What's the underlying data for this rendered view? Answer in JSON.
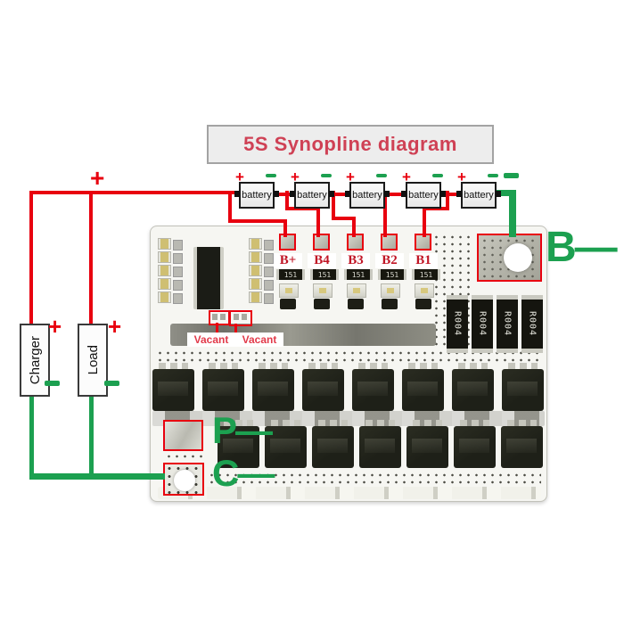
{
  "title": "5S Synopline diagram",
  "symbols": {
    "plus": "+",
    "minus": "−"
  },
  "battery": {
    "label": "battery",
    "count": 5
  },
  "left_devices": [
    {
      "label": "Charger"
    },
    {
      "label": "Load"
    }
  ],
  "board": {
    "balance_labels": [
      "B+",
      "B4",
      "B3",
      "B2",
      "B1"
    ],
    "sense_resistor_label": "151",
    "shunt_labels": [
      "R004",
      "R004",
      "R004",
      "R004"
    ],
    "vacant_labels": [
      "Vacant",
      "Vacant"
    ],
    "mosfet_rows": [
      8,
      7
    ]
  },
  "terminals": {
    "b_minus": "B—",
    "p_minus": "P—",
    "c_minus": "C—"
  },
  "colors": {
    "wire_positive": "#e8000f",
    "wire_negative": "#1ca050",
    "balance_label_red": "#c01525",
    "title_text": "#cf4155"
  }
}
